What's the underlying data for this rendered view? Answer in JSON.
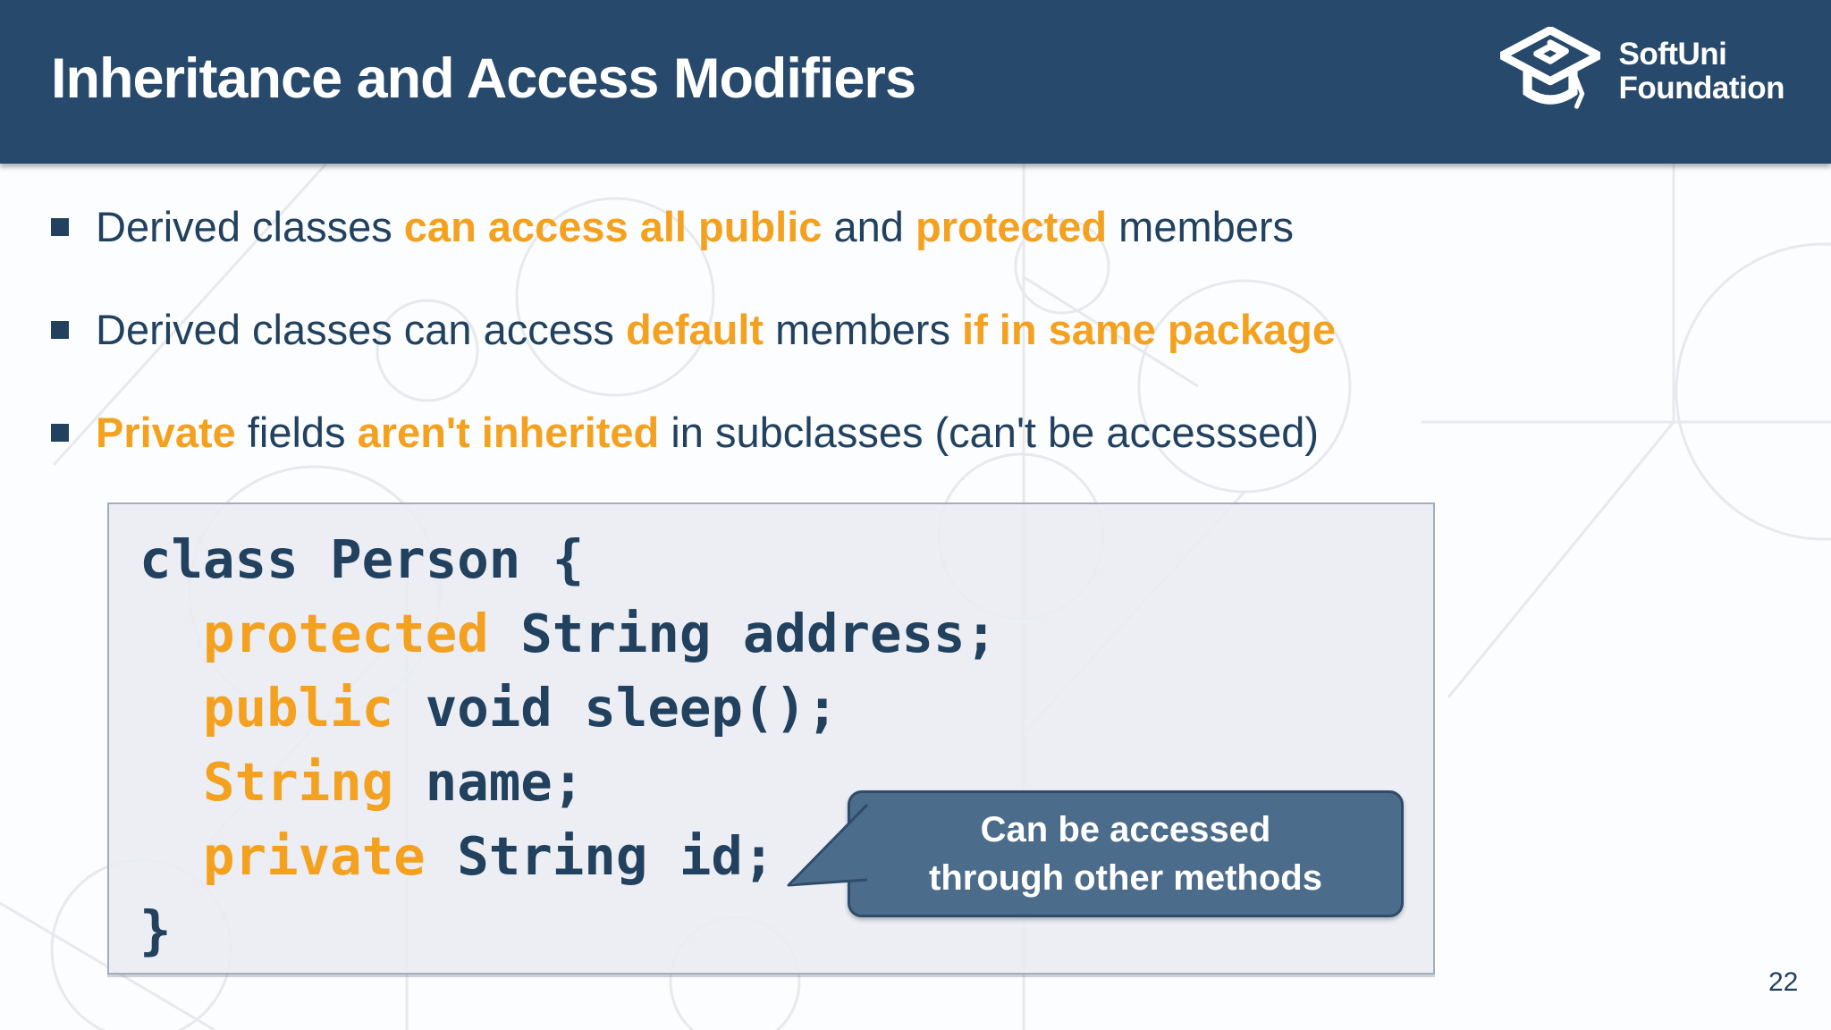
{
  "header": {
    "title": "Inheritance and Access Modifiers",
    "logo": {
      "line1": "SoftUni",
      "line2": "Foundation"
    }
  },
  "bullets": [
    {
      "parts": [
        {
          "text": "Derived classes ",
          "color": "navy"
        },
        {
          "text": "can access all public",
          "color": "orange",
          "bold": true
        },
        {
          "text": " and ",
          "color": "navy"
        },
        {
          "text": "protected",
          "color": "orange",
          "bold": true
        },
        {
          "text": " members",
          "color": "navy"
        }
      ]
    },
    {
      "parts": [
        {
          "text": "Derived classes can access ",
          "color": "navy"
        },
        {
          "text": "default",
          "color": "orange",
          "bold": true
        },
        {
          "text": " members ",
          "color": "navy"
        },
        {
          "text": "if in same package",
          "color": "orange",
          "bold": true
        }
      ]
    },
    {
      "parts": [
        {
          "text": "Private",
          "color": "orange",
          "bold": true
        },
        {
          "text": " fields ",
          "color": "navy"
        },
        {
          "text": "aren't inherited",
          "color": "orange",
          "bold": true
        },
        {
          "text": " in subclasses (can't be accesssed)",
          "color": "navy"
        }
      ]
    }
  ],
  "code_block": {
    "lines": [
      {
        "tokens": [
          {
            "text": "class Person {",
            "color": "navy"
          }
        ]
      },
      {
        "tokens": [
          {
            "text": "  ",
            "color": "navy"
          },
          {
            "text": "protected",
            "color": "orange"
          },
          {
            "text": " String address;",
            "color": "navy"
          }
        ]
      },
      {
        "tokens": [
          {
            "text": "  ",
            "color": "navy"
          },
          {
            "text": "public",
            "color": "orange"
          },
          {
            "text": " void sleep();",
            "color": "navy"
          }
        ]
      },
      {
        "tokens": [
          {
            "text": "  ",
            "color": "navy"
          },
          {
            "text": "String",
            "color": "orange"
          },
          {
            "text": " name;",
            "color": "navy"
          }
        ]
      },
      {
        "tokens": [
          {
            "text": "  ",
            "color": "navy"
          },
          {
            "text": "private",
            "color": "orange"
          },
          {
            "text": " String id;",
            "color": "navy"
          }
        ]
      },
      {
        "tokens": [
          {
            "text": "}",
            "color": "navy"
          }
        ]
      }
    ]
  },
  "callout": {
    "lines": [
      "Can be accessed",
      "through other methods"
    ]
  },
  "page_number": "22",
  "colors": {
    "header_bg": "#27496B",
    "navy_text": "#21415F",
    "accent_orange": "#F4A120",
    "code_box_bg": "#E9ECF1",
    "code_box_border": "#A3AEBC",
    "callout_bg": "#4C6C8B",
    "callout_border": "#2E4C6A",
    "slide_bg": "#FCFDFE"
  }
}
